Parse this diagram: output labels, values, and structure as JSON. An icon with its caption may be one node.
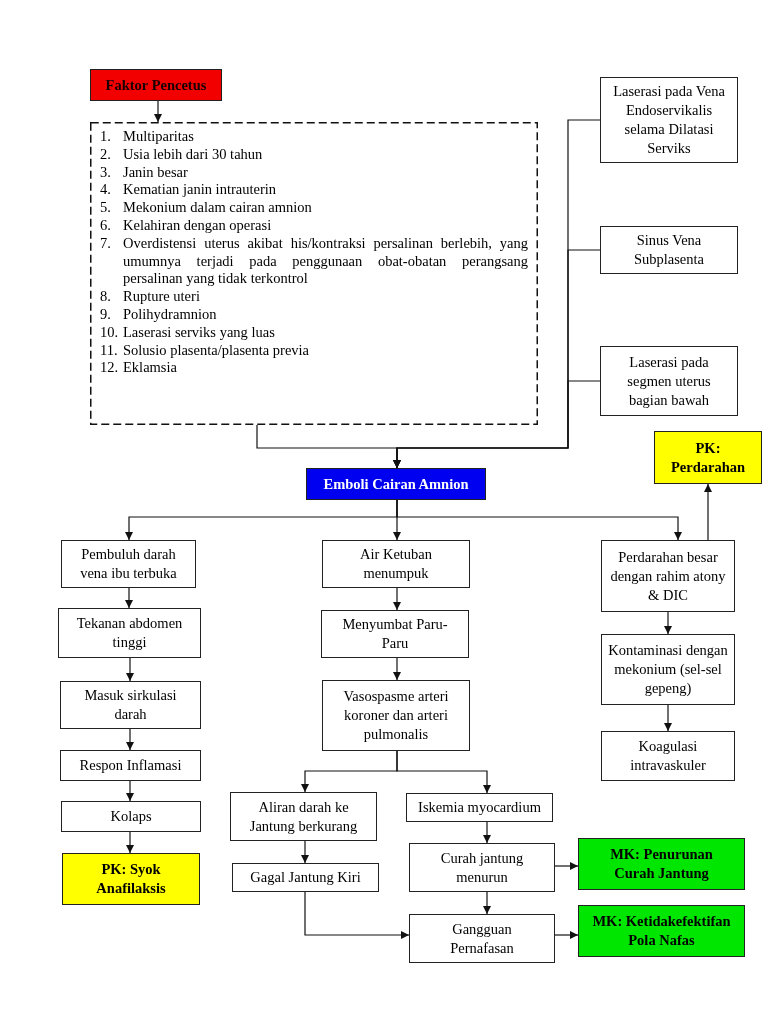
{
  "diagram": {
    "nodes": [
      {
        "text": [
          "Faktor Pencetus"
        ]
      },
      {
        "text": [
          "1. Multiparitas",
          "2. Usia lebih dari 30 tahun",
          "3. Janin besar",
          "4. Kematian janin intrauterin",
          "5. Mekonium dalam cairan amnion",
          "6. Kelahiran dengan operasi",
          "7. Overdistensi uterus akibat his/kontraksi persalinan berlebih, yang umumnya terjadi pada penggunaan obat-obatan perangsang persalinan yang tidak terkontrol",
          "8. Rupture uteri",
          "9. Polihydramnion",
          "10. Laserasi serviks yang luas",
          "11. Solusio plasenta/plasenta previa",
          "12. Eklamsia"
        ]
      },
      {
        "text": [
          "Laserasi pada Vena Endoservikalis selama Dilatasi Serviks"
        ]
      },
      {
        "text": [
          "Sinus Vena Subplasenta"
        ]
      },
      {
        "text": [
          "Laserasi pada segmen uterus bagian bawah"
        ]
      },
      {
        "text": [
          "Emboli Cairan Amnion"
        ]
      },
      {
        "text": [
          "PK: Perdarahan"
        ]
      },
      {
        "text": [
          "Pembuluh darah vena ibu terbuka"
        ]
      },
      {
        "text": [
          "Air Ketuban menumpuk"
        ]
      },
      {
        "text": [
          "Perdarahan besar dengan rahim atony & DIC"
        ]
      },
      {
        "text": [
          "Tekanan abdomen tinggi"
        ]
      },
      {
        "text": [
          "Menyumbat Paru-Paru"
        ]
      },
      {
        "text": [
          "Kontaminasi dengan mekonium (sel-sel gepeng)"
        ]
      },
      {
        "text": [
          "Masuk sirkulasi darah"
        ]
      },
      {
        "text": [
          "Vasospasme arteri koroner dan arteri pulmonalis"
        ]
      },
      {
        "text": [
          "Koagulasi intravaskuler"
        ]
      },
      {
        "text": [
          "Respon Inflamasi"
        ]
      },
      {
        "text": [
          "Kolaps"
        ]
      },
      {
        "text": [
          "Aliran darah ke Jantung berkurang"
        ]
      },
      {
        "text": [
          "Iskemia myocardium"
        ]
      },
      {
        "text": [
          "PK: Syok Anafilaksis"
        ]
      },
      {
        "text": [
          "Gagal Jantung Kiri"
        ]
      },
      {
        "text": [
          "Curah jantung menurun"
        ]
      },
      {
        "text": [
          "MK: Penurunan Curah Jantung"
        ]
      },
      {
        "text": [
          "Gangguan Pernafasan"
        ]
      },
      {
        "text": [
          "MK: Ketidakefektifan Pola Nafas"
        ]
      }
    ],
    "edges": [
      {
        "from": 0,
        "to": 1,
        "arrow": "to"
      },
      {
        "from": 1,
        "to": 5,
        "arrow": "to"
      },
      {
        "from": 2,
        "to": 5,
        "arrow": "to"
      },
      {
        "from": 3,
        "to": 5,
        "arrow": "to"
      },
      {
        "from": 4,
        "to": 5,
        "arrow": "to"
      },
      {
        "from": 5,
        "to": 7,
        "arrow": "to"
      },
      {
        "from": 5,
        "to": 8,
        "arrow": "to"
      },
      {
        "from": 5,
        "to": 9,
        "arrow": "to"
      },
      {
        "from": 9,
        "to": 6,
        "arrow": "to"
      },
      {
        "from": 7,
        "to": 10,
        "arrow": "to"
      },
      {
        "from": 10,
        "to": 13,
        "arrow": "to"
      },
      {
        "from": 13,
        "to": 16,
        "arrow": "to"
      },
      {
        "from": 16,
        "to": 17,
        "arrow": "to"
      },
      {
        "from": 17,
        "to": 20,
        "arrow": "to"
      },
      {
        "from": 8,
        "to": 11,
        "arrow": "to"
      },
      {
        "from": 11,
        "to": 14,
        "arrow": "to"
      },
      {
        "from": 14,
        "to": 18,
        "arrow": "to"
      },
      {
        "from": 14,
        "to": 19,
        "arrow": "to"
      },
      {
        "from": 18,
        "to": 21,
        "arrow": "to"
      },
      {
        "from": 21,
        "to": 24,
        "arrow": "to"
      },
      {
        "from": 19,
        "to": 22,
        "arrow": "to"
      },
      {
        "from": 22,
        "to": 24,
        "arrow": "to"
      },
      {
        "from": 22,
        "to": 23,
        "arrow": "to"
      },
      {
        "from": 24,
        "to": 25,
        "arrow": "to"
      },
      {
        "from": 9,
        "to": 12,
        "arrow": "to"
      },
      {
        "from": 12,
        "to": 15,
        "arrow": "to"
      }
    ]
  }
}
